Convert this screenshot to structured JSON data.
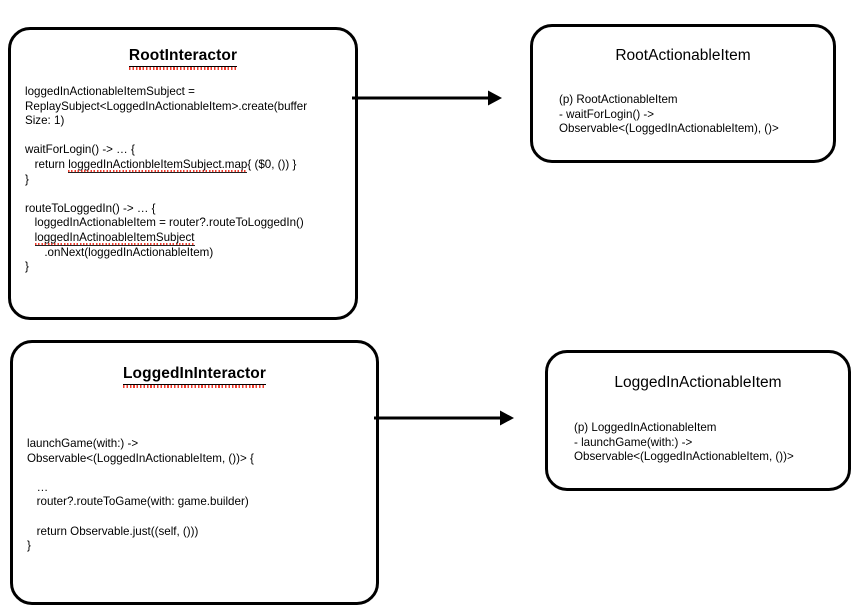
{
  "diagram": {
    "type": "class-relationship-diagram",
    "background": "#ffffff",
    "stroke_color": "#000000",
    "spellcheck_underline_color": "#ef3b2c",
    "nodes": [
      {
        "id": "root-interactor",
        "title": "RootInteractor",
        "title_underlined": true,
        "title_spellchecked": true,
        "body": "loggedInActionableItemSubject =\nReplaySubject<LoggedInActionableItem>.create(buffer\nSize: 1)\n\nwaitForLogin() -> … {\n   return loggedInActionbleItemSubject.map{ ($0, ()) }\n}\n\nrouteToLoggedIn() -> … {\n   loggedInActionableItem = router?.routeToLoggedIn()\n   loggedInActinoableItemSubject\n      .onNext(loggedInActionableItem)\n}",
        "body_lines": [
          "loggedInActionableItemSubject =",
          "ReplaySubject<LoggedInActionableItem>.create(buffer",
          "Size: 1)",
          "",
          "waitForLogin() -> … {",
          "   return loggedInActionbleItemSubject.map{ ($0, ()) }",
          "}",
          "",
          "routeToLoggedIn() -> … {",
          "   loggedInActionableItem = router?.routeToLoggedIn()",
          "   loggedInActinoableItemSubject",
          "      .onNext(loggedInActionableItem)",
          "}"
        ],
        "misspelled_terms": [
          "loggedInActionbleItemSubject.map",
          "loggedInActinoableItemSubject"
        ]
      },
      {
        "id": "root-actionable-item",
        "title": "RootActionableItem",
        "title_underlined": false,
        "title_spellchecked": false,
        "body": "(p) RootActionableItem\n- waitForLogin() ->\nObservable<(LoggedInActionableItem), ()>",
        "body_lines": [
          "(p) RootActionableItem",
          "- waitForLogin() ->",
          "Observable<(LoggedInActionableItem), ()>"
        ]
      },
      {
        "id": "loggedin-interactor",
        "title": "LoggedInInteractor",
        "title_underlined": true,
        "title_spellchecked": true,
        "body": "launchGame(with:) ->\nObservable<(LoggedInActionableItem, ())> {\n\n   …\n   router?.routeToGame(with: game.builder)\n\n   return Observable.just((self, ()))\n}",
        "body_lines": [
          "launchGame(with:) ->",
          "Observable<(LoggedInActionableItem, ())> {",
          "",
          "   …",
          "   router?.routeToGame(with: game.builder)",
          "",
          "   return Observable.just((self, ()))",
          "}"
        ]
      },
      {
        "id": "loggedin-actionable-item",
        "title": "LoggedInActionableItem",
        "title_underlined": false,
        "title_spellchecked": false,
        "body": "(p) LoggedInActionableItem\n- launchGame(with:) ->\nObservable<(LoggedInActionableItem, ())>",
        "body_lines": [
          "(p) LoggedInActionableItem",
          "- launchGame(with:) ->",
          "Observable<(LoggedInActionableItem, ())>"
        ]
      }
    ],
    "connectors": [
      {
        "id": "root-to-root-actionable",
        "from": "root-interactor",
        "to": "root-actionable-item",
        "style": "solid",
        "arrowhead": "filled-triangle",
        "label": ""
      },
      {
        "id": "loggedin-to-loggedin-actionable",
        "from": "loggedin-interactor",
        "to": "loggedin-actionable-item",
        "style": "solid",
        "arrowhead": "filled-triangle",
        "label": ""
      }
    ]
  }
}
